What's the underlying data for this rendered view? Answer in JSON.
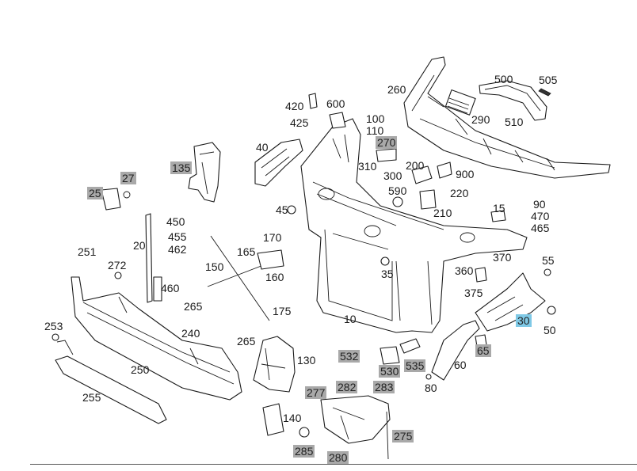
{
  "diagram": {
    "labels": [
      {
        "id": "500",
        "text": "500",
        "style": "plain"
      },
      {
        "id": "505",
        "text": "505",
        "style": "plain"
      },
      {
        "id": "260",
        "text": "260",
        "style": "plain"
      },
      {
        "id": "290",
        "text": "290",
        "style": "plain"
      },
      {
        "id": "510",
        "text": "510",
        "style": "plain"
      },
      {
        "id": "420",
        "text": "420",
        "style": "plain"
      },
      {
        "id": "600",
        "text": "600",
        "style": "plain"
      },
      {
        "id": "425",
        "text": "425",
        "style": "plain"
      },
      {
        "id": "100",
        "text": "100",
        "style": "plain"
      },
      {
        "id": "110",
        "text": "110",
        "style": "plain"
      },
      {
        "id": "270",
        "text": "270",
        "style": "boxed"
      },
      {
        "id": "40",
        "text": "40",
        "style": "plain"
      },
      {
        "id": "310",
        "text": "310",
        "style": "plain"
      },
      {
        "id": "200",
        "text": "200",
        "style": "plain"
      },
      {
        "id": "900",
        "text": "900",
        "style": "plain"
      },
      {
        "id": "135",
        "text": "135",
        "style": "boxed"
      },
      {
        "id": "27",
        "text": "27",
        "style": "boxed"
      },
      {
        "id": "300",
        "text": "300",
        "style": "plain"
      },
      {
        "id": "590",
        "text": "590",
        "style": "plain"
      },
      {
        "id": "220",
        "text": "220",
        "style": "plain"
      },
      {
        "id": "25",
        "text": "25",
        "style": "boxed"
      },
      {
        "id": "45",
        "text": "45",
        "style": "plain"
      },
      {
        "id": "210",
        "text": "210",
        "style": "plain"
      },
      {
        "id": "15",
        "text": "15",
        "style": "plain"
      },
      {
        "id": "90",
        "text": "90",
        "style": "plain"
      },
      {
        "id": "470",
        "text": "470",
        "style": "plain"
      },
      {
        "id": "465",
        "text": "465",
        "style": "plain"
      },
      {
        "id": "450",
        "text": "450",
        "style": "plain"
      },
      {
        "id": "455",
        "text": "455",
        "style": "plain"
      },
      {
        "id": "462",
        "text": "462",
        "style": "plain"
      },
      {
        "id": "20",
        "text": "20",
        "style": "plain"
      },
      {
        "id": "170",
        "text": "170",
        "style": "plain"
      },
      {
        "id": "251",
        "text": "251",
        "style": "plain"
      },
      {
        "id": "165",
        "text": "165",
        "style": "plain"
      },
      {
        "id": "150",
        "text": "150",
        "style": "plain"
      },
      {
        "id": "370",
        "text": "370",
        "style": "plain"
      },
      {
        "id": "55",
        "text": "55",
        "style": "plain"
      },
      {
        "id": "272",
        "text": "272",
        "style": "plain"
      },
      {
        "id": "160",
        "text": "160",
        "style": "plain"
      },
      {
        "id": "35",
        "text": "35",
        "style": "plain"
      },
      {
        "id": "360",
        "text": "360",
        "style": "plain"
      },
      {
        "id": "460",
        "text": "460",
        "style": "plain"
      },
      {
        "id": "375",
        "text": "375",
        "style": "plain"
      },
      {
        "id": "265a",
        "text": "265",
        "style": "plain"
      },
      {
        "id": "175",
        "text": "175",
        "style": "plain"
      },
      {
        "id": "10",
        "text": "10",
        "style": "plain"
      },
      {
        "id": "30",
        "text": "30",
        "style": "highlight"
      },
      {
        "id": "253",
        "text": "253",
        "style": "plain"
      },
      {
        "id": "50",
        "text": "50",
        "style": "plain"
      },
      {
        "id": "240",
        "text": "240",
        "style": "plain"
      },
      {
        "id": "265b",
        "text": "265",
        "style": "plain"
      },
      {
        "id": "65",
        "text": "65",
        "style": "boxed"
      },
      {
        "id": "532",
        "text": "532",
        "style": "boxed"
      },
      {
        "id": "130",
        "text": "130",
        "style": "plain"
      },
      {
        "id": "250",
        "text": "250",
        "style": "plain"
      },
      {
        "id": "60",
        "text": "60",
        "style": "plain"
      },
      {
        "id": "530",
        "text": "530",
        "style": "boxed"
      },
      {
        "id": "535",
        "text": "535",
        "style": "boxed"
      },
      {
        "id": "282",
        "text": "282",
        "style": "boxed"
      },
      {
        "id": "283",
        "text": "283",
        "style": "boxed"
      },
      {
        "id": "80",
        "text": "80",
        "style": "plain"
      },
      {
        "id": "277",
        "text": "277",
        "style": "boxed"
      },
      {
        "id": "255",
        "text": "255",
        "style": "plain"
      },
      {
        "id": "140",
        "text": "140",
        "style": "plain"
      },
      {
        "id": "275",
        "text": "275",
        "style": "boxed"
      },
      {
        "id": "285",
        "text": "285",
        "style": "boxed"
      },
      {
        "id": "280",
        "text": "280",
        "style": "boxed"
      }
    ],
    "colors": {
      "boxed_bg": "#a9a9a9",
      "highlight_bg": "#7fc9e6",
      "line": "#1a1a1a"
    }
  }
}
